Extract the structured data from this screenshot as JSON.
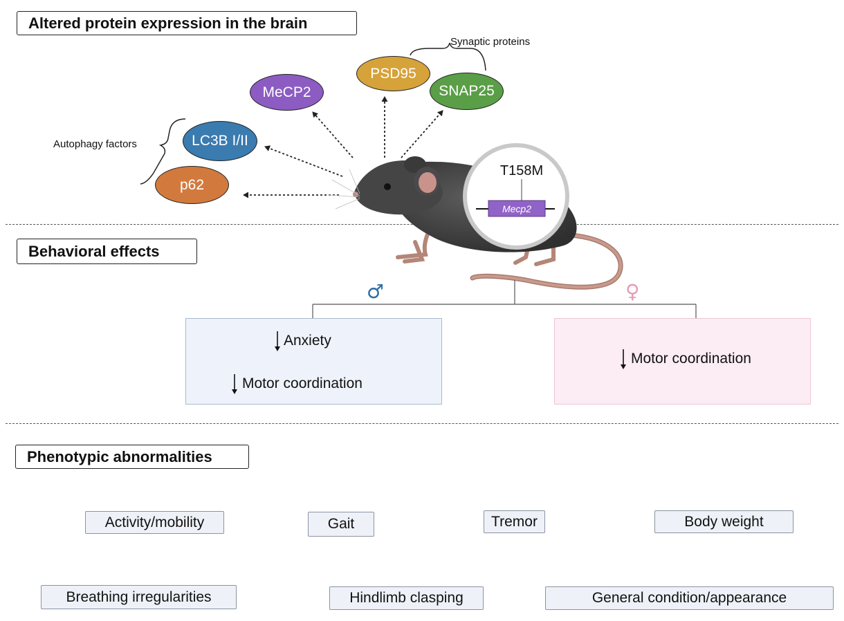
{
  "sections": {
    "protein": "Altered protein expression in the brain",
    "behavior": "Behavioral effects",
    "pheno": "Phenotypic abnormalities"
  },
  "proteins": {
    "mecp2": "MeCP2",
    "psd95": "PSD95",
    "snap25": "SNAP25",
    "lc3b": "LC3B I/II",
    "p62": "p62"
  },
  "groups": {
    "synaptic": "Synaptic proteins",
    "autophagy": "Autophagy factors"
  },
  "mutation": {
    "label": "T158M",
    "gene": "Mecp2"
  },
  "sex": {
    "male_symbol": "♂",
    "female_symbol": "♀"
  },
  "male_effects": [
    "Anxiety",
    "Motor coordination"
  ],
  "female_effects": [
    "Motor coordination"
  ],
  "phenotypes": {
    "activity": "Activity/mobility",
    "gait": "Gait",
    "tremor": "Tremor",
    "body_weight": "Body weight",
    "breathing": "Breathing irregularities",
    "hindlimb": "Hindlimb clasping",
    "general": "General condition/appearance"
  },
  "colors": {
    "mecp2": "#8c5cc2",
    "psd95": "#d6a23a",
    "snap25": "#5a9e47",
    "lc3b": "#3a7bb0",
    "p62": "#d27a3e",
    "male": "#2e6da4",
    "female": "#e89ab7",
    "male_box_bg": "#eef3fb",
    "female_box_bg": "#fcecf4",
    "gene_bar": "#9162c8"
  }
}
